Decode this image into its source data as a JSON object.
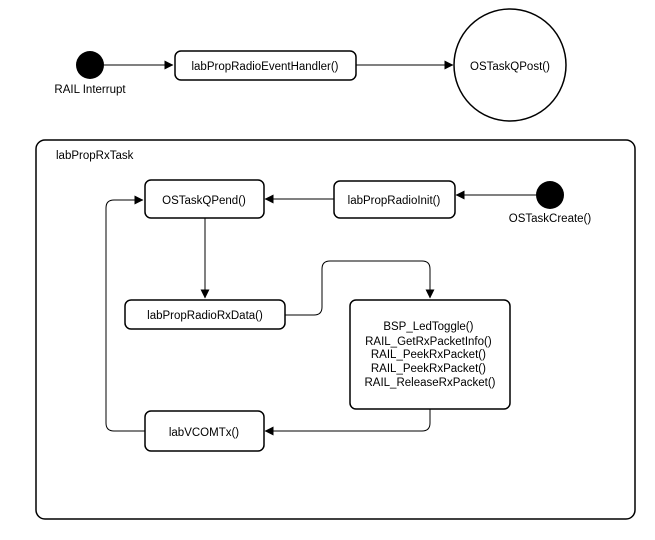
{
  "top": {
    "start_label": "RAIL Interrupt",
    "handler": "labPropRadioEventHandler()",
    "post": "OSTaskQPost()"
  },
  "task": {
    "title": "labPropRxTask",
    "create_label": "OSTaskCreate()",
    "init": "labPropRadioInit()",
    "pend": "OSTaskQPend()",
    "rxdata": "labPropRadioRxData()",
    "comtx": "labVCOMTx()",
    "ops": [
      "BSP_LedToggle()",
      "RAIL_GetRxPacketInfo()",
      "RAIL_PeekRxPacket()",
      "RAIL_PeekRxPacket()",
      "RAIL_ReleaseRxPacket()"
    ]
  }
}
